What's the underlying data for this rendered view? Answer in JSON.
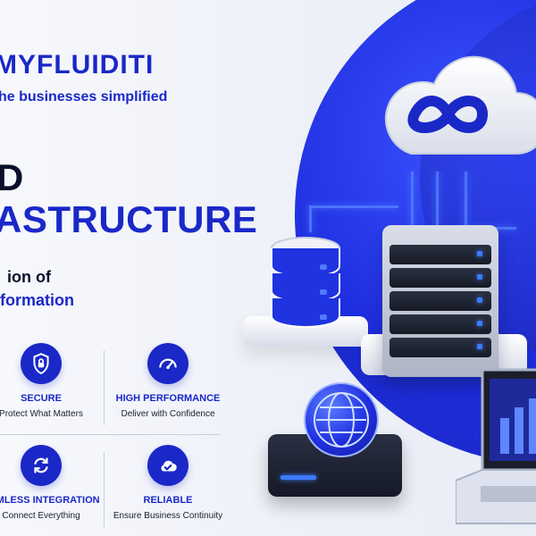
{
  "brand": {
    "name": "MYFLUIDITI",
    "tagline": "he businesses simplified"
  },
  "hero": {
    "line1": "D",
    "line2": "ASTRUCTURE",
    "sub1": "ion of",
    "sub2": "formation"
  },
  "features": [
    {
      "title": "SECURE",
      "desc": "Protect What Matters",
      "icon": "shield-lock-icon"
    },
    {
      "title": "HIGH PERFORMANCE",
      "desc": "Deliver with Confidence",
      "icon": "speedometer-icon"
    },
    {
      "title": "EAMLESS INTEGRATION",
      "desc": "Connect Everything",
      "icon": "sync-icon"
    },
    {
      "title": "RELIABLE",
      "desc": "Ensure Business Continuity",
      "icon": "cloud-check-icon"
    }
  ],
  "colors": {
    "primary": "#1a28c8",
    "dark": "#0b0f2b",
    "glow": "#4f7bff"
  }
}
